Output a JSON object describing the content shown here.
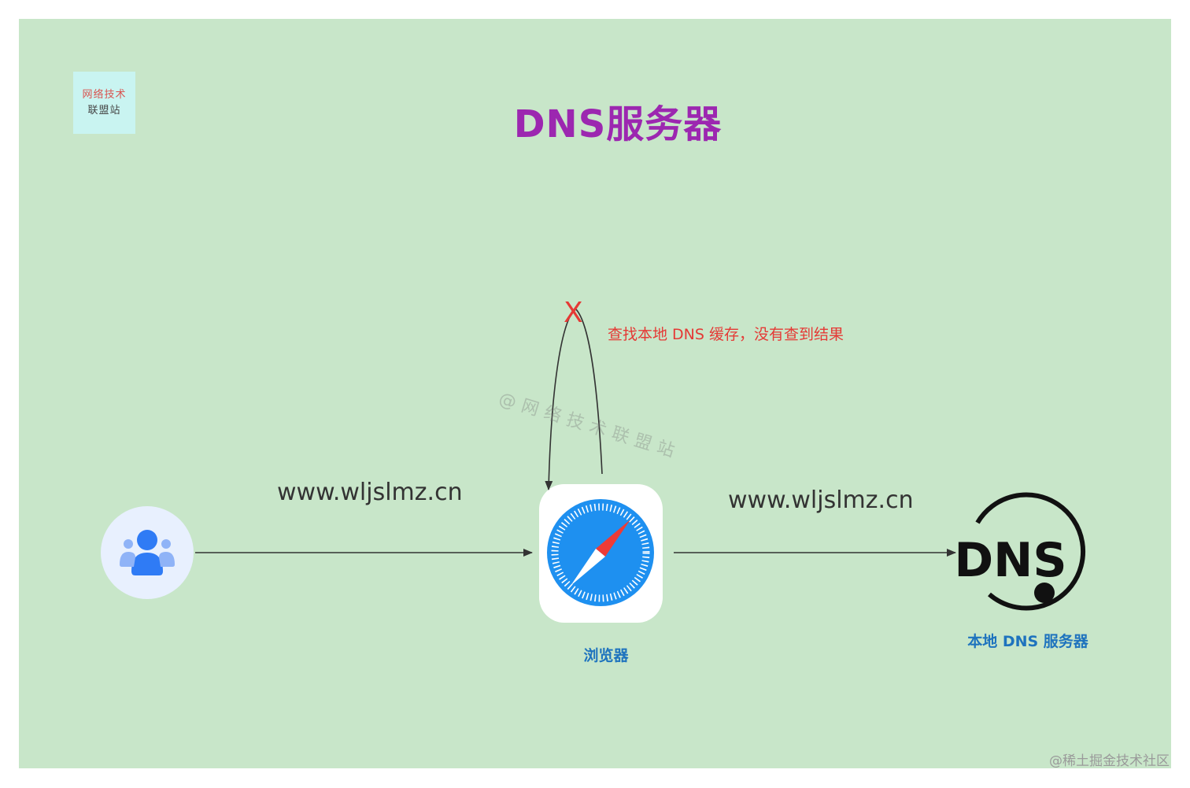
{
  "title": "DNS服务器",
  "logo": {
    "line1": "网络技术",
    "line2": "联盟站"
  },
  "labels": {
    "url_left": "www.wljslmz.cn",
    "url_right": "www.wljslmz.cn",
    "cache_note": "查找本地 DNS 缓存，没有查到结果",
    "cache_fail_mark": "X",
    "browser": "浏览器",
    "dns_server": "本地 DNS 服务器",
    "dns_icon_text": "DNS"
  },
  "watermark": "@网络技术联盟站",
  "credit": "@稀土掘金技术社区",
  "icons": {
    "user": "user-group-icon",
    "browser": "safari-compass-icon",
    "dns": "dns-globe-icon"
  },
  "colors": {
    "background": "#c8e6c9",
    "title": "#9c27b0",
    "note": "#e53935",
    "node_label": "#1e73be",
    "arrow": "#333333"
  }
}
